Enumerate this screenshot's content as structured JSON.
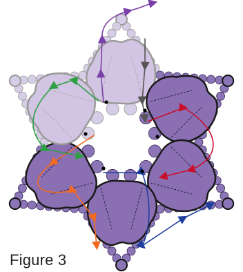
{
  "figure": {
    "caption": "Figure 3"
  },
  "motif": {
    "petals": [
      {
        "id": "top",
        "style": "light"
      },
      {
        "id": "upper-right",
        "style": "dark"
      },
      {
        "id": "lower-right",
        "style": "dark"
      },
      {
        "id": "bottom",
        "style": "dark"
      },
      {
        "id": "lower-left",
        "style": "dark"
      },
      {
        "id": "upper-left",
        "style": "light"
      }
    ],
    "thread_paths": [
      {
        "color_name": "purple",
        "color": "#7a3fa8"
      },
      {
        "color_name": "gray",
        "color": "#555555"
      },
      {
        "color_name": "red",
        "color": "#c8102e"
      },
      {
        "color_name": "blue",
        "color": "#1f3f9e"
      },
      {
        "color_name": "orange",
        "color": "#f26a21"
      },
      {
        "color_name": "green",
        "color": "#2ea043"
      }
    ]
  },
  "colors": {
    "petal_dark": "#8b6fb3",
    "petal_light": "#d2c5e3",
    "bead_dark": "#8c75b6",
    "bead_light": "#d6cde6",
    "outline_dark": "#1a1a1a",
    "outline_light": "#9a9a9a",
    "junction": "#000000"
  }
}
